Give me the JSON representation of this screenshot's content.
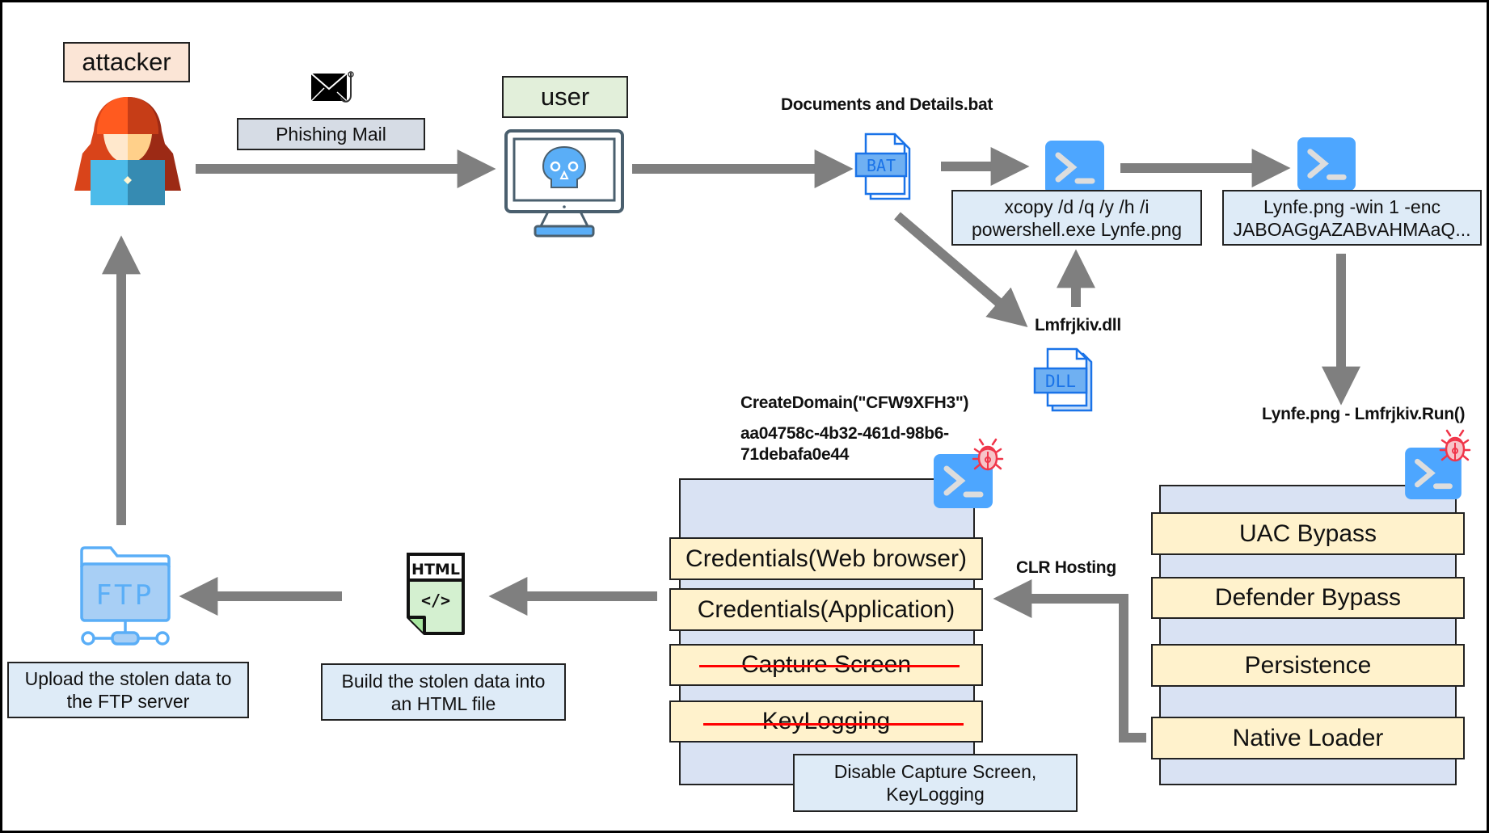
{
  "actors": {
    "attacker_label": "attacker",
    "user_label": "user"
  },
  "steps": {
    "phishing_mail": "Phishing Mail",
    "bat_file_name": "Documents and Details.bat",
    "bat_icon_text": "BAT",
    "xcopy_cmd_line1": "xcopy /d /q /y /h /i",
    "xcopy_cmd_line2": "powershell.exe  Lynfe.png",
    "lynfe_cmd_line1": "Lynfe.png  -win 1 -enc",
    "lynfe_cmd_line2": "JABOAGgAZABvAHMAaQ...",
    "dll_name": "Lmfrjkiv.dll",
    "dll_icon_text": "DLL",
    "run_call": "Lynfe.png  - Lmfrjkiv.Run()",
    "create_domain": "CreateDomain(\"CFW9XFH3\")",
    "guid_line1": "aa04758c-4b32-461d-98b6-",
    "guid_line2": "71debafa0e44",
    "clr_hosting": "CLR Hosting",
    "html_icon_text": "HTML",
    "html_icon_code": "</>",
    "build_html_line1": "Build the stolen data into",
    "build_html_line2": "an HTML file",
    "ftp_icon_text": "FTP",
    "upload_line1": "Upload the stolen data to",
    "upload_line2": "the FTP server",
    "disable_line1": "Disable Capture Screen,",
    "disable_line2": "KeyLogging"
  },
  "loader_stack": {
    "items": [
      {
        "label": "UAC Bypass",
        "disabled": false
      },
      {
        "label": "Defender Bypass",
        "disabled": false
      },
      {
        "label": "Persistence",
        "disabled": false
      },
      {
        "label": "Native Loader",
        "disabled": false
      }
    ]
  },
  "stealer_stack": {
    "items": [
      {
        "label": "Credentials(Web browser)",
        "disabled": false
      },
      {
        "label": "Credentials(Application)",
        "disabled": false
      },
      {
        "label": "Capture Screen",
        "disabled": true
      },
      {
        "label": "KeyLogging",
        "disabled": true
      }
    ]
  },
  "colors": {
    "arrow": "#7f7f7f",
    "strike": "#ff0000",
    "icon_blue": "#1a73e8",
    "powershell_blue": "#4da6ff",
    "bug_red": "#f0364a"
  }
}
